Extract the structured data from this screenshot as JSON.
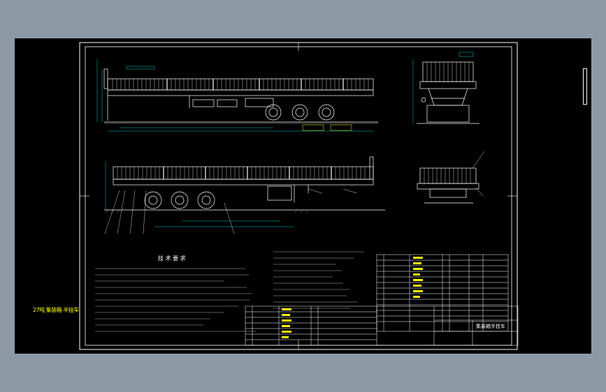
{
  "drawing": {
    "side_label": "27吨 集装箱 半挂车",
    "tech_heading": "技 术 要 求",
    "title_block_name": "集装箱半挂车",
    "colors": {
      "background": "#8e99a6",
      "sheet": "#000000",
      "line": "#ffffff",
      "annotation": "#ffff00",
      "dimension": "#00ffff"
    },
    "views": [
      "front-elevation",
      "rear-view",
      "side-elevation",
      "end-view"
    ]
  }
}
